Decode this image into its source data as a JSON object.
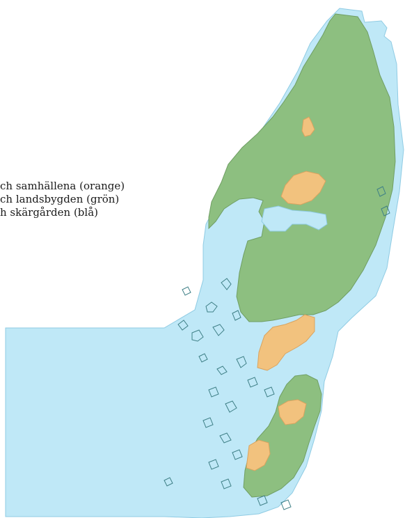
{
  "map": {
    "colors": {
      "sea": "#bfe8f7",
      "sea_outline": "#8fcbe3",
      "land": "#8dbf80",
      "land_outline": "#6f9e63",
      "settlement": "#f2c27e",
      "settlement_outline": "#d9a35f",
      "islet_outline": "#3e7f86"
    }
  },
  "legend": {
    "items": [
      {
        "label": "ch samhällena (orange)",
        "color": "#f2c27e"
      },
      {
        "label": "ch landsbygden (grön)",
        "color": "#8dbf80"
      },
      {
        "label": "h skärgården (blå)",
        "color": "#bfe8f7"
      }
    ]
  }
}
